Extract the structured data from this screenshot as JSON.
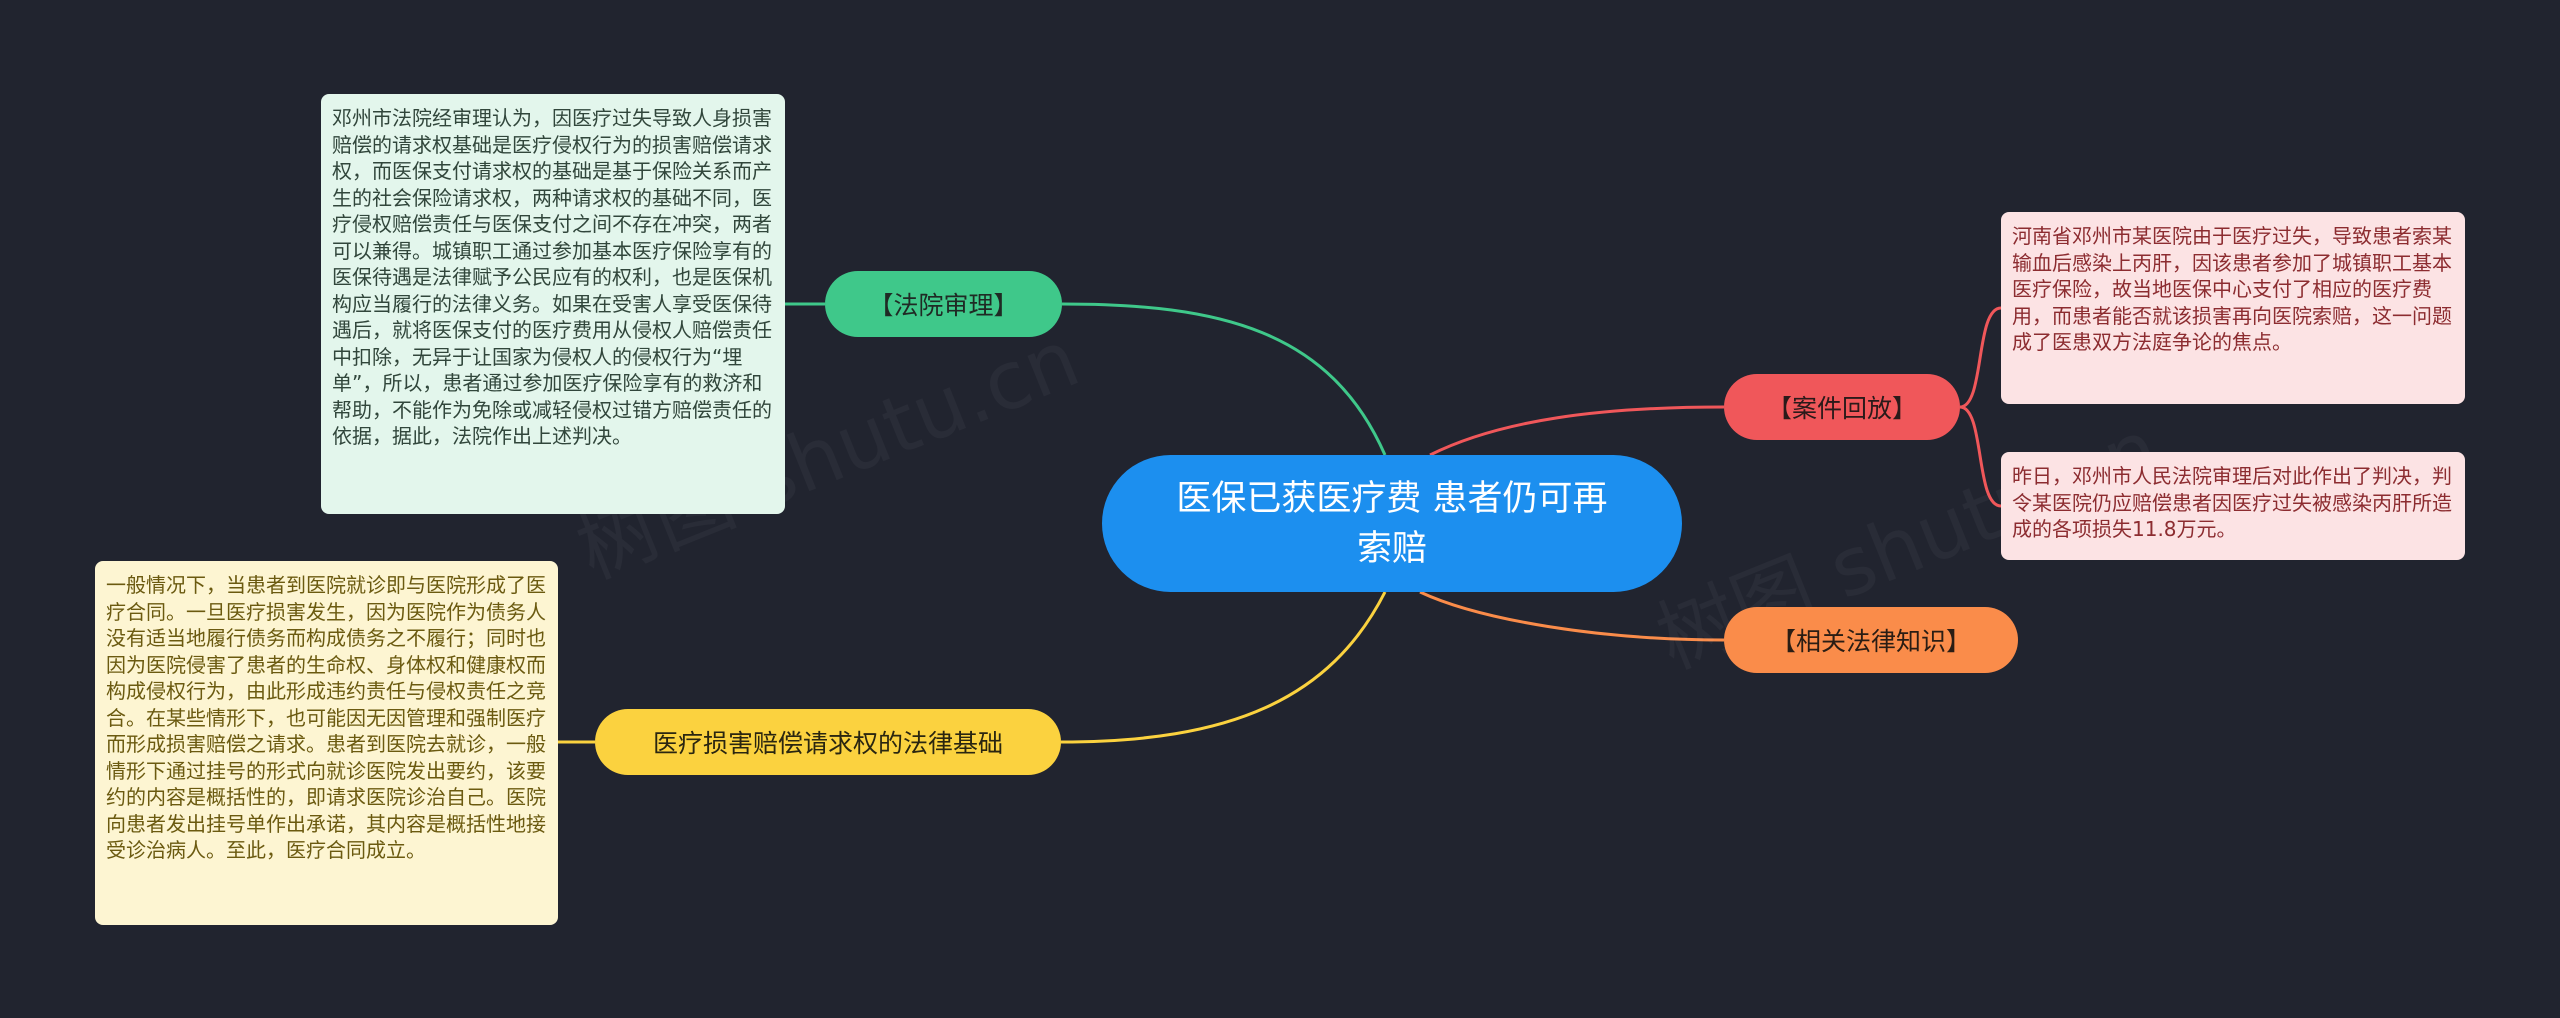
{
  "root": {
    "title": "医保已获医疗费 患者仍可再索赔"
  },
  "branches": {
    "court": {
      "label": "【法院审理】",
      "color": "#3fc88a"
    },
    "case": {
      "label": "【案件回放】",
      "color": "#f0575a"
    },
    "law": {
      "label": "【相关法律知识】",
      "color": "#fa8c4a"
    },
    "basis": {
      "label": "医疗损害赔偿请求权的法律基础",
      "color": "#fbd23f"
    }
  },
  "leaves": {
    "court": "邓州市法院经审理认为，因医疗过失导致人身损害赔偿的请求权基础是医疗侵权行为的损害赔偿请求权，而医保支付请求权的基础是基于保险关系而产生的社会保险请求权，两种请求权的基础不同，医疗侵权赔偿责任与医保支付之间不存在冲突，两者可以兼得。城镇职工通过参加基本医疗保险享有的医保待遇是法律赋予公民应有的权利，也是医保机构应当履行的法律义务。如果在受害人享受医保待遇后，就将医保支付的医疗费用从侵权人赔偿责任中扣除，无异于让国家为侵权人的侵权行为“埋单”，所以，患者通过参加医疗保险享有的救济和帮助，不能作为免除或减轻侵权过错方赔偿责任的依据，据此，法院作出上述判决。",
    "case1": "河南省邓州市某医院由于医疗过失，导致患者索某输血后感染上丙肝，因该患者参加了城镇职工基本医疗保险，故当地医保中心支付了相应的医疗费用，而患者能否就该损害再向医院索赔，这一问题成了医患双方法庭争论的焦点。",
    "case2": "昨日，邓州市人民法院审理后对此作出了判决，判令某医院仍应赔偿患者因医疗过失被感染丙肝所造成的各项损失11.8万元。",
    "basis": "一般情况下，当患者到医院就诊即与医院形成了医疗合同。一旦医疗损害发生，因为医院作为债务人没有适当地履行债务而构成债务之不履行；同时也因为医院侵害了患者的生命权、身体权和健康权而构成侵权行为，由此形成违约责任与侵权责任之竞合。在某些情形下，也可能因无因管理和强制医疗而形成损害赔偿之请求。患者到医院去就诊，一般情形下通过挂号的形式向就诊医院发出要约，该要约的内容是概括性的，即请求医院诊治自己。医院向患者发出挂号单作出承诺，其内容是概括性地接受诊治病人。至此，医疗合同成立。"
  },
  "watermark": "树图 shutu.cn"
}
